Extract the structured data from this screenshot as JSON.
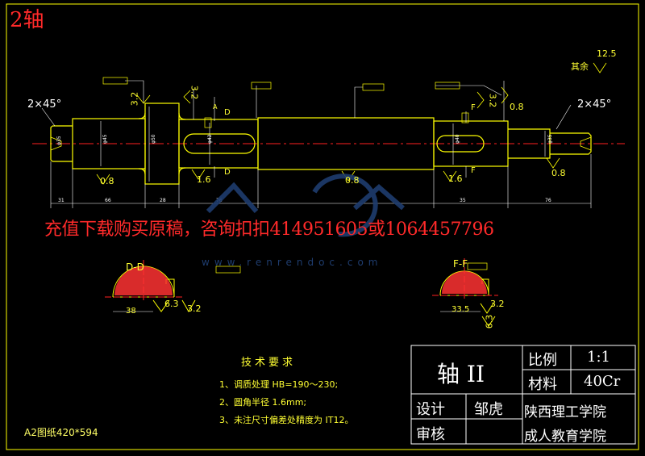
{
  "header_label": "2轴",
  "watermark": "充值下载购买原稿，咨询扣扣414951605或1064457796",
  "watermark_url": "www.renrendoc.com",
  "paper_size": "A2图纸420*594",
  "colors": {
    "background": "#000000",
    "outline": "#ffff00",
    "dimension": "#ffffff",
    "centerline": "#ff2020",
    "hatch": "#ff3333",
    "watermark": "#ff2a2a"
  },
  "dims": {
    "chamfer_left": "2×45°",
    "chamfer_right": "2×45°",
    "other_roughness": "12.5",
    "other_label": "其余",
    "ra_08_a": "0.8",
    "ra_16_a": "1.6",
    "ra_08_b": "0.8",
    "ra_16_b": "1.6",
    "ra_08_c": "0.8",
    "ra_08_d": "0.8",
    "ra_32_a": "3.2",
    "ra_32_b": "3.2",
    "ra_32_c": "3.2",
    "section_d": "D",
    "section_f": "F",
    "section_a": "A"
  },
  "sections": {
    "dd_title": "D-D",
    "dd_depth": "6.3",
    "dd_width": "38",
    "dd_rough": "3.2",
    "ff_title": "F-F",
    "ff_width": "33.5",
    "ff_rough1": "3.2",
    "ff_rough2": "6.3"
  },
  "notes": {
    "title": "技术要求",
    "items": [
      "1、调质处理 HB=190～230;",
      "2、圆角半径 1.6mm;",
      "3、未注尺寸偏差处精度为 IT12。"
    ]
  },
  "title_block": {
    "part_name": "轴 II",
    "scale_label": "比例",
    "scale_value": "1:1",
    "material_label": "材料",
    "material_value": "40Cr",
    "design_label": "设计",
    "designer": "邹虎",
    "review_label": "审核",
    "school": "陕西理工学院",
    "college": "成人教育学院"
  }
}
